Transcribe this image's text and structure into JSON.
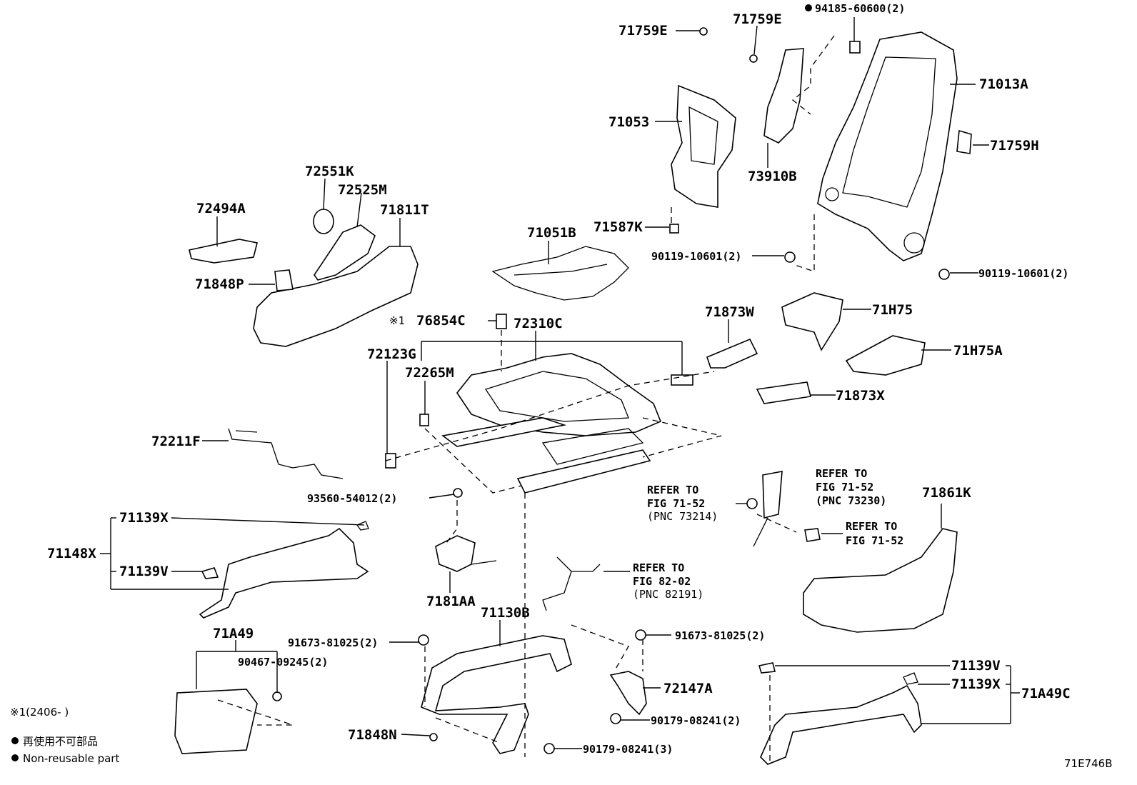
{
  "labels": {
    "p71759E_a": "71759E",
    "p71759E_b": "71759E",
    "p94185": "94185-60600(2)",
    "p71013A": "71013A",
    "p71053": "71053",
    "p71759H": "71759H",
    "p73910B": "73910B",
    "p72551K": "72551K",
    "p72525M": "72525M",
    "p72494A": "72494A",
    "p71811T": "71811T",
    "p71051B": "71051B",
    "p71587K": "71587K",
    "p90119_a": "90119-10601(2)",
    "p90119_b": "90119-10601(2)",
    "p71848P": "71848P",
    "p71873W": "71873W",
    "p71H75": "71H75",
    "p76854C": "76854C",
    "p72310C": "72310C",
    "p72123G": "72123G",
    "p71H75A": "71H75A",
    "p72265M": "72265M",
    "p71873X": "71873X",
    "p72211F": "72211F",
    "p93560": "93560-54012(2)",
    "p71139X_a": "71139X",
    "p71148X": "71148X",
    "p71139V_a": "71139V",
    "p7181AA": "7181AA",
    "p71130B": "71130B",
    "p71A49": "71A49",
    "p91673_a": "91673-81025(2)",
    "p91673_b": "91673-81025(2)",
    "p90467": "90467-09245(2)",
    "p72147A": "72147A",
    "p90179_a": "90179-08241(2)",
    "p90179_b": "90179-08241(3)",
    "p71848N": "71848N",
    "p71861K": "71861K",
    "p71139V_b": "71139V",
    "p71139X_b": "71139X",
    "p71A49C": "71A49C"
  },
  "references": {
    "ref1_line1": "REFER TO",
    "ref1_line2": "FIG 71-52",
    "ref1_line3": "(PNC 73214)",
    "ref2_line1": "REFER TO",
    "ref2_line2": "FIG 71-52",
    "ref2_line3": "(PNC 73230)",
    "ref3_line1": "REFER TO",
    "ref3_line2": "FIG 71-52",
    "ref4_line1": "REFER TO",
    "ref4_line2": "FIG 82-02",
    "ref4_line3": "(PNC 82191)"
  },
  "notes": {
    "note_mark": "※1",
    "note_range": "※1(2406-    )",
    "legend_jp": "再使用不可部品",
    "legend_en": "Non-reusable part",
    "figure_code": "71E746B"
  }
}
